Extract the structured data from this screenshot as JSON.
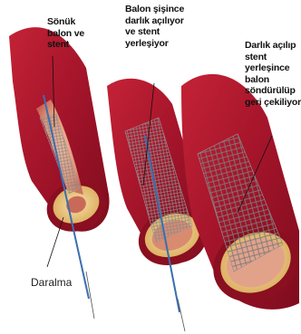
{
  "labels": {
    "step1": "Sönük\nbalon ve\nstent",
    "step2": "Balon şişince\ndarlık açılıyor\nve stent\nyerleşiyor",
    "step3": "Darlık açılıp\nstent\nyerleşince\nbalon\nsöndürülüp\ngeri çekiliyor",
    "narrowing": "Daralma"
  },
  "colors": {
    "artery_outer": "#a3142a",
    "artery_inner": "#e8a58c",
    "plaque": "#f1cf84",
    "stent": "#c9c9c9",
    "catheter": "#3a6fb0",
    "background": "#ffffff"
  }
}
